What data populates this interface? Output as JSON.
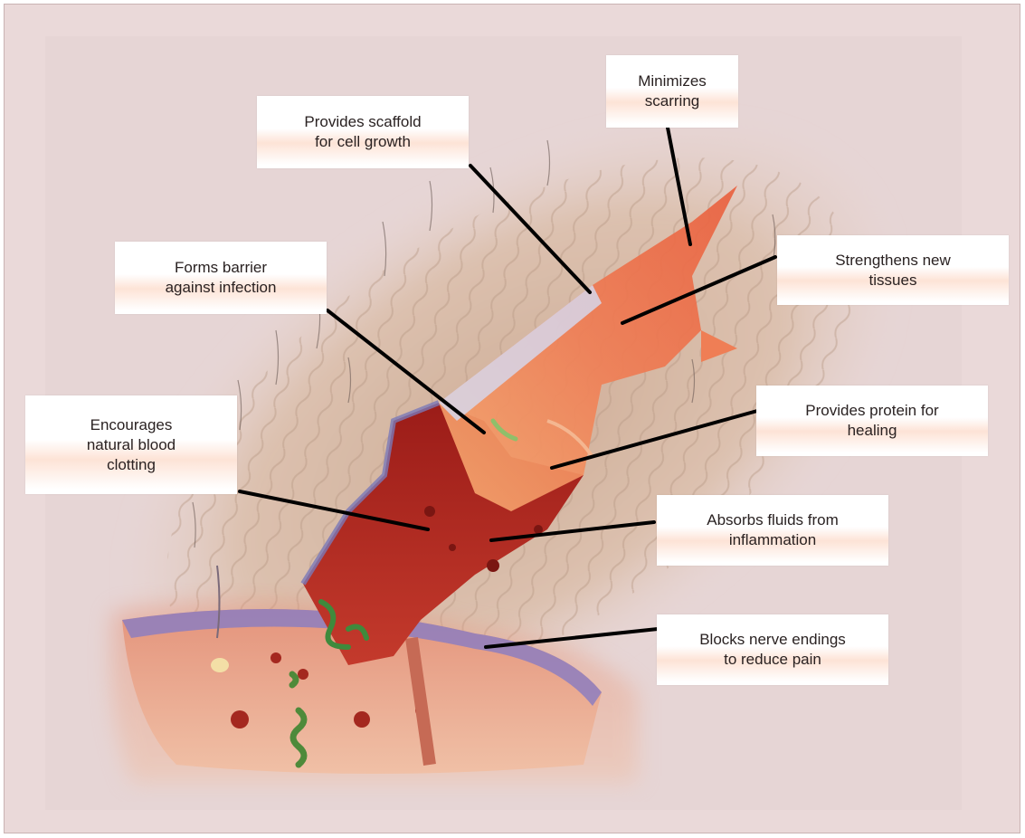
{
  "diagram": {
    "callouts": {
      "scaffold": "Provides scaffold\nfor cell growth",
      "scarring": "Minimizes\nscarring",
      "strengthens": "Strengthens new\ntissues",
      "barrier": "Forms barrier\nagainst infection",
      "clotting": "Encourages\nnatural blood\nclotting",
      "protein": "Provides protein for\nhealing",
      "fluids": "Absorbs fluids from\ninflammation",
      "nerve": "Blocks nerve endings\nto reduce pain"
    },
    "colors": {
      "background": "#ead9d9",
      "skin": "#ddc0ac",
      "wound": "#b02a22",
      "gel": "#f07a4e",
      "leader": "#000000"
    }
  }
}
